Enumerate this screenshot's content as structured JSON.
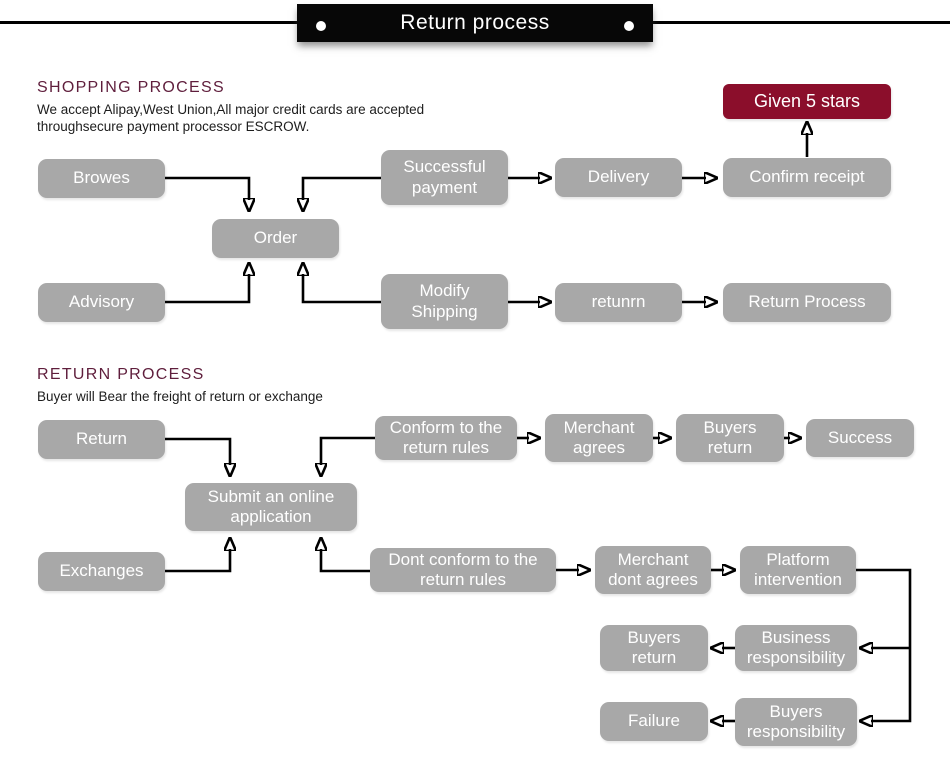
{
  "title": {
    "banner_label": "Return process"
  },
  "colors": {
    "node_gray": "#a8a8a8",
    "accent_maroon": "#8b0e2b",
    "heading_maroon": "#5f1e3c",
    "connector_black": "#000000",
    "ribbon_black": "#070707"
  },
  "sections": {
    "shopping": {
      "heading": "SHOPPING PROCESS",
      "subtitle_line1": "We accept Alipay,West Union,All major credit cards are accepted",
      "subtitle_line2": "throughsecure payment processor ESCROW."
    },
    "returns": {
      "heading": "RETURN PROCESS",
      "subtitle_line1": "Buyer will Bear the freight of return or exchange"
    }
  },
  "nodes": {
    "browes": "Browes",
    "successful_payment": "Successful payment",
    "delivery": "Delivery",
    "confirm_receipt": "Confirm receipt",
    "given_5_stars": "Given 5 stars",
    "order": "Order",
    "advisory": "Advisory",
    "modify_shipping": "Modify Shipping",
    "retunrn": "retunrn",
    "return_process": "Return Process",
    "return_node": "Return",
    "conform_rules": "Conform to the return rules",
    "merchant_agrees": "Merchant agrees",
    "buyers_return": "Buyers return",
    "success": "Success",
    "submit_application": "Submit an online application",
    "exchanges": "Exchanges",
    "dont_conform": "Dont conform to the return rules",
    "merchant_dont_agrees": "Merchant dont agrees",
    "platform_intervention": "Platform intervention",
    "buyers_return_2": "Buyers return",
    "business_responsibility": "Business responsibility",
    "failure": "Failure",
    "buyers_responsibility": "Buyers responsibility"
  }
}
